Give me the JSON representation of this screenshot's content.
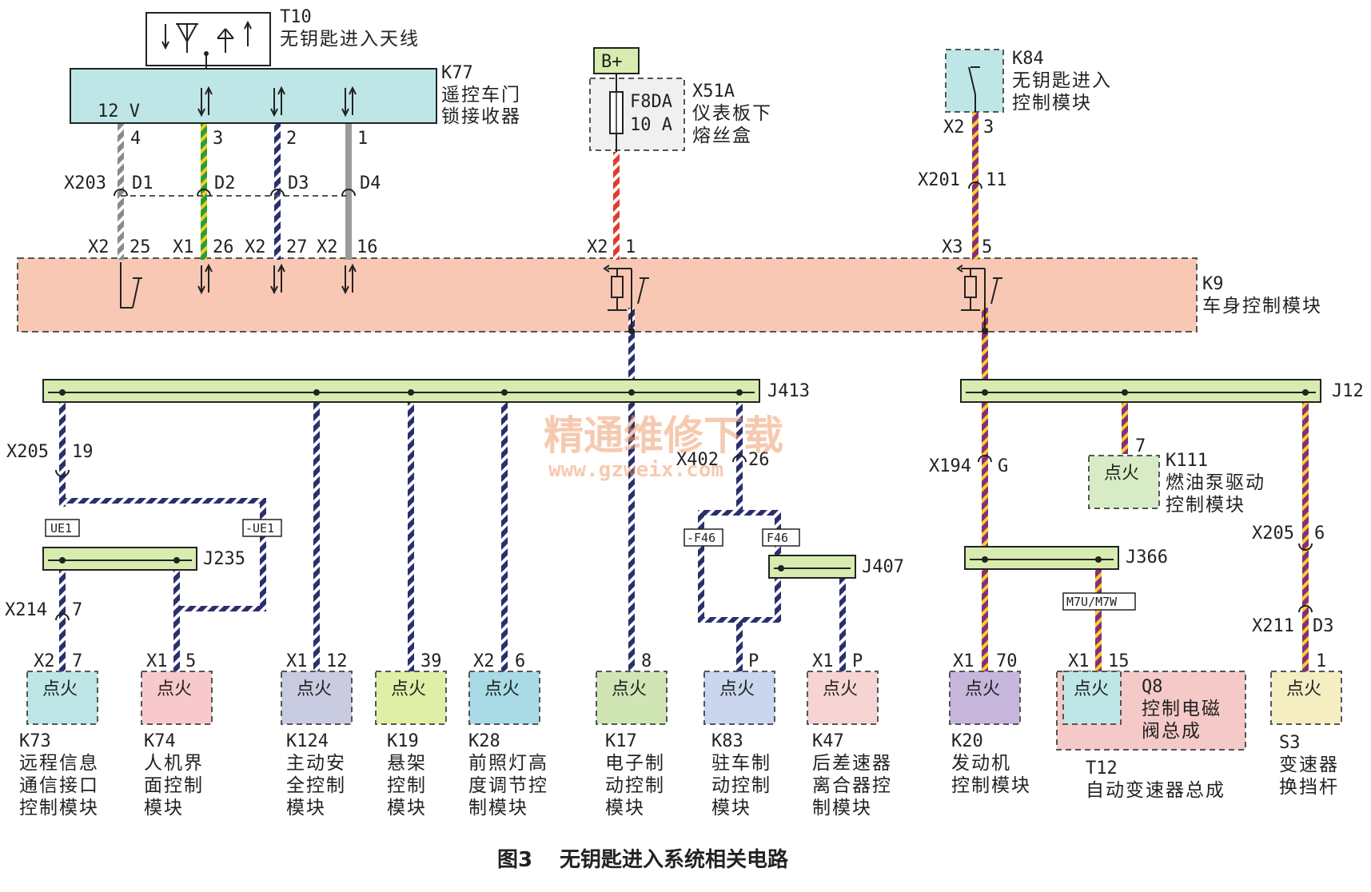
{
  "caption": {
    "fig": "图3",
    "title": "无钥匙进入系统相关电路"
  },
  "watermark": {
    "cn": "精通维修下载",
    "url": "www.gzweix.com"
  },
  "ignition": "点火",
  "power": "B+",
  "modules": {
    "t10": {
      "id": "T10",
      "name": "无钥匙进入天线"
    },
    "k77": {
      "id": "K77",
      "l1": "遥控车门",
      "l2": "锁接收器",
      "v": "12 V"
    },
    "x51a": {
      "id": "X51A",
      "l1": "仪表板下",
      "l2": "熔丝盒",
      "fuse": "F8DA",
      "amp": "10 A"
    },
    "k84": {
      "id": "K84",
      "l1": "无钥匙进入",
      "l2": "控制模块"
    },
    "k9": {
      "id": "K9",
      "name": "车身控制模块"
    },
    "j413": "J413",
    "j12": "J12",
    "j235": "J235",
    "j407": "J407",
    "j366": "J366",
    "k111": {
      "id": "K111",
      "l1": "燃油泵驱动",
      "l2": "控制模块"
    },
    "k73": {
      "id": "K73",
      "l1": "远程信息",
      "l2": "通信接口",
      "l3": "控制模块"
    },
    "k74": {
      "id": "K74",
      "l1": "人机界",
      "l2": "面控制",
      "l3": "模块"
    },
    "k124": {
      "id": "K124",
      "l1": "主动安",
      "l2": "全控制",
      "l3": "模块"
    },
    "k19": {
      "id": "K19",
      "l1": "悬架",
      "l2": "控制",
      "l3": "模块"
    },
    "k28": {
      "id": "K28",
      "l1": "前照灯高",
      "l2": "度调节控",
      "l3": "制模块"
    },
    "k17": {
      "id": "K17",
      "l1": "电子制",
      "l2": "动控制",
      "l3": "模块"
    },
    "k83": {
      "id": "K83",
      "l1": "驻车制",
      "l2": "动控制",
      "l3": "模块"
    },
    "k47": {
      "id": "K47",
      "l1": "后差速器",
      "l2": "离合器控",
      "l3": "制模块"
    },
    "k20": {
      "id": "K20",
      "l1": "发动机",
      "l2": "控制模块"
    },
    "t12": {
      "id": "T12",
      "name": "自动变速器总成"
    },
    "q8": {
      "id": "Q8",
      "l1": "控制电磁",
      "l2": "阀总成"
    },
    "s3": {
      "id": "S3",
      "l1": "变速器",
      "l2": "换挡杆"
    }
  },
  "connectors": {
    "k77_pins": [
      "4",
      "3",
      "2",
      "1"
    ],
    "x203": "X203",
    "d_pins": [
      "D1",
      "D2",
      "D3",
      "D4"
    ],
    "k9_in": [
      [
        "X2",
        "25"
      ],
      [
        "X1",
        "26"
      ],
      [
        "X2",
        "27"
      ],
      [
        "X2",
        "16"
      ],
      [
        "X2",
        "1"
      ],
      [
        "X3",
        "5"
      ]
    ],
    "k84_pin": [
      "X2",
      "3"
    ],
    "x201": [
      "X201",
      "11"
    ],
    "x205a": [
      "X205",
      "19"
    ],
    "x402": [
      "X402",
      "26"
    ],
    "x194": [
      "X194",
      "G"
    ],
    "k111_pin": "7",
    "x205b": [
      "X205",
      "6"
    ],
    "x211": [
      "X211",
      "D3"
    ],
    "x214": [
      "X214",
      "7"
    ],
    "ue1": "UE1",
    "ue1n": "-UE1",
    "f46n": "-F46",
    "f46": "F46",
    "m7": "M7U/M7W",
    "bottom": [
      [
        "X2",
        "7"
      ],
      [
        "X1",
        "5"
      ],
      [
        "X1",
        "12"
      ],
      [
        "",
        "39"
      ],
      [
        "X2",
        "6"
      ],
      [
        "",
        "8"
      ],
      [
        "",
        "P"
      ],
      [
        "X1",
        "P"
      ],
      [
        "X1",
        "70"
      ],
      [
        "X1",
        "15"
      ],
      [
        "",
        "1"
      ]
    ]
  }
}
